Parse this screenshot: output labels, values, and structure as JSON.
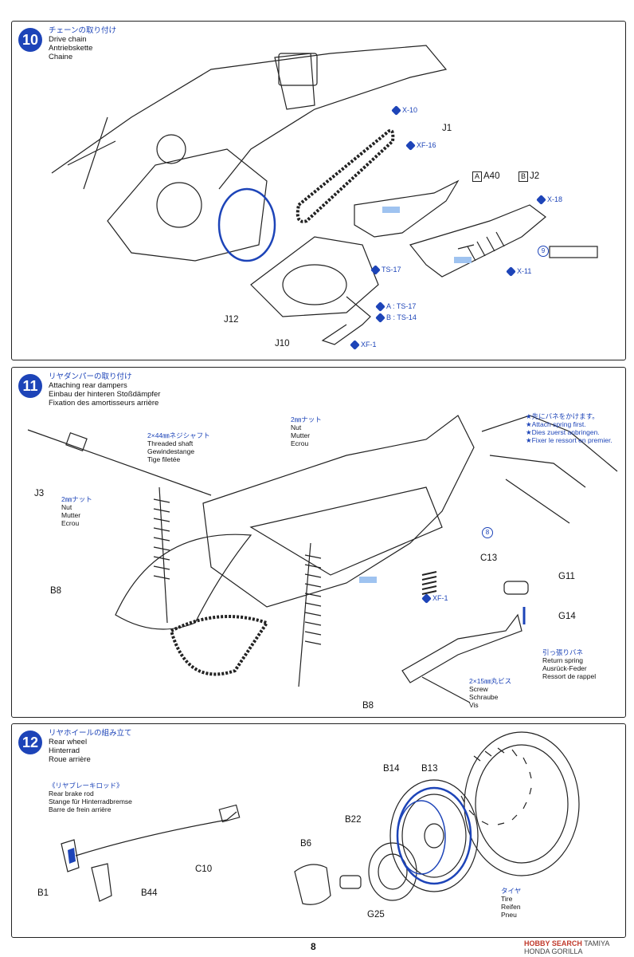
{
  "steps": [
    {
      "number": "10",
      "title_jp": "チェーンの取り付け",
      "title_en": "Drive chain",
      "title_de": "Antriebskette",
      "title_fr": "Chaine",
      "labels": {
        "j1": "J1",
        "a40_box": "A",
        "a40": "A40",
        "j2_box": "B",
        "j2": "J2",
        "j12": "J12",
        "j10": "J10",
        "decal": "9"
      },
      "screws": {
        "x10": "X-10",
        "xf16": "XF-16",
        "x18": "X-18",
        "x11": "X-11",
        "ts17": "TS-17",
        "a_ts17": "A : TS-17",
        "b_ts14": "B : TS-14",
        "xf1": "XF-1"
      }
    },
    {
      "number": "11",
      "title_jp": "リヤダンパーの取り付け",
      "title_en": "Attaching rear dampers",
      "title_de": "Einbau der hinteren Stoßdämpfer",
      "title_fr": "Fixation des amortisseurs arrière",
      "labels": {
        "j3": "J3",
        "b8a": "B8",
        "b8b": "B8",
        "c13": "C13",
        "g11": "G11",
        "g14": "G14",
        "decal": "8"
      },
      "screws": {
        "xf1": "XF-1"
      },
      "notes": {
        "shaft": [
          "2×44㎜ネジシャフト",
          "Threaded shaft",
          "Gewindestange",
          "Tige filetée"
        ],
        "nut_left": [
          "2㎜ナット",
          "Nut",
          "Mutter",
          "Ecrou"
        ],
        "nut_top": [
          "2㎜ナット",
          "Nut",
          "Mutter",
          "Ecrou"
        ],
        "spring_first": [
          "★先にバネをかけます。",
          "★Attach spring first.",
          "★Dies zuerst anbringen.",
          "★Fixer le ressort en premier."
        ],
        "return_spring": [
          "引っ張りバネ",
          "Return spring",
          "Ausrück-Feder",
          "Ressort de rappel"
        ],
        "screw": [
          "2×15㎜丸ビス",
          "Screw",
          "Schraube",
          "Vis"
        ]
      }
    },
    {
      "number": "12",
      "title_jp": "リヤホイールの組み立て",
      "title_en": "Rear wheel",
      "title_de": "Hinterrad",
      "title_fr": "Roue arrière",
      "labels": {
        "c10": "C10",
        "b1": "B1",
        "b44": "B44",
        "b14": "B14",
        "b13": "B13",
        "b22": "B22",
        "b6": "B6",
        "g25": "G25"
      },
      "notes": {
        "brake_rod": [
          "《リヤブレーキロッド》",
          "Rear brake rod",
          "Stange für Hinterradbremse",
          "Barre de frein arrière"
        ],
        "tire": [
          "タイヤ",
          "Tire",
          "Reifen",
          "Pneu"
        ]
      }
    }
  ],
  "footer": {
    "page_number": "8",
    "brand_logo": "HOBBY SEARCH",
    "brand_caption": "TAMIYA HONDA GORILLA"
  },
  "colors": {
    "accent": "#1d44b8",
    "line": "#222222"
  }
}
